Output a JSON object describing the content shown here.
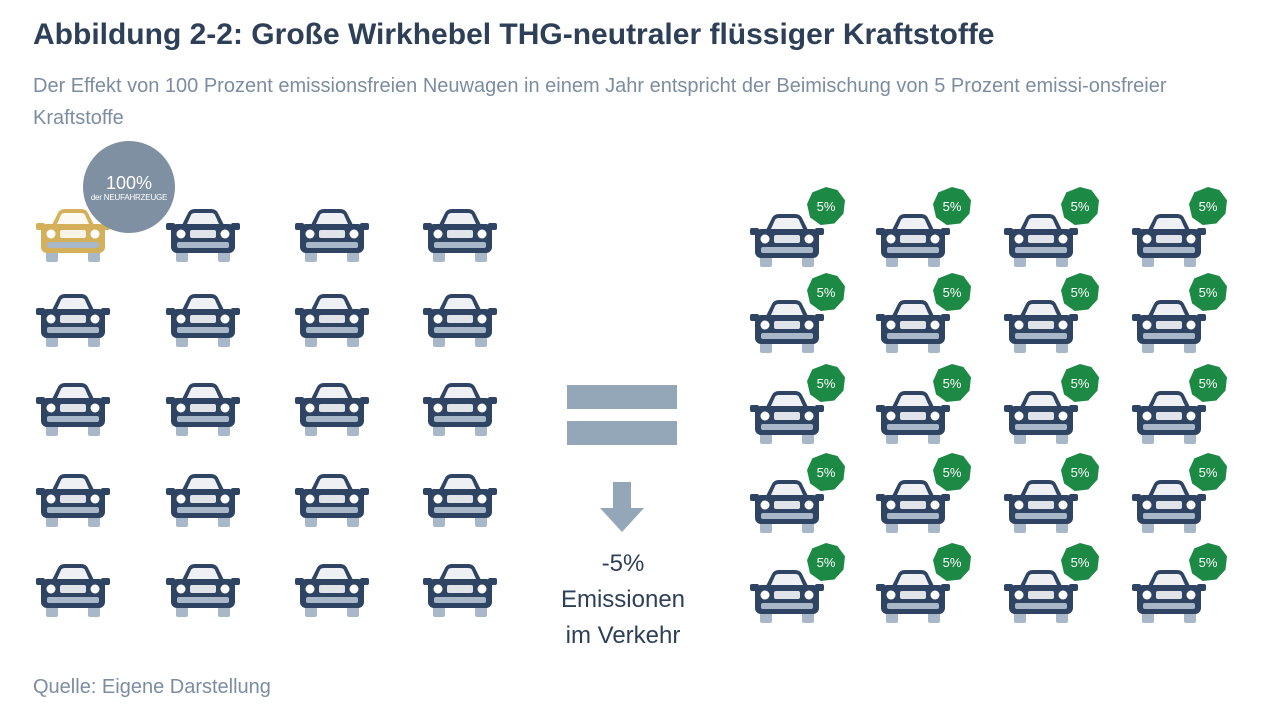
{
  "header": {
    "title": "Abbildung 2-2: Große Wirkhebel THG-neutraler flüssiger Kraftstoffe",
    "subtitle": "Der Effekt von 100 Prozent emissionsfreien Neuwagen in einem Jahr entspricht der Beimischung von 5 Prozent emissi-onsfreier Kraftstoffe"
  },
  "left": {
    "highlight_car": "car-icon-gold",
    "highlight_label": "100%",
    "highlight_sublabel": "der NEUFAHRZEUGE",
    "rows": 5,
    "cols": 4,
    "car_icon": "car-icon"
  },
  "right": {
    "rows": 5,
    "cols": 4,
    "car_icon": "car-icon",
    "badge_icon": "heptagon-badge-icon",
    "badge_label": "5%"
  },
  "center": {
    "equals_icon": "equals-sign-icon",
    "arrow_icon": "arrow-down-icon",
    "effect_lines": [
      "-5%",
      "Emissionen",
      "im Verkehr"
    ]
  },
  "footer": {
    "source": "Quelle: Eigene Darstellung"
  },
  "colors": {
    "title": "#2e3f58",
    "subtitle": "#7c8da1",
    "car_body": "#2e4462",
    "car_detail": "#a9b8c8",
    "car_highlight": "#d4b05a",
    "circle": "#7f90a2",
    "badge": "#1c8a44",
    "equals": "#94a7b9",
    "arrow": "#94a7b9",
    "effect_text": "#2e3f58"
  }
}
